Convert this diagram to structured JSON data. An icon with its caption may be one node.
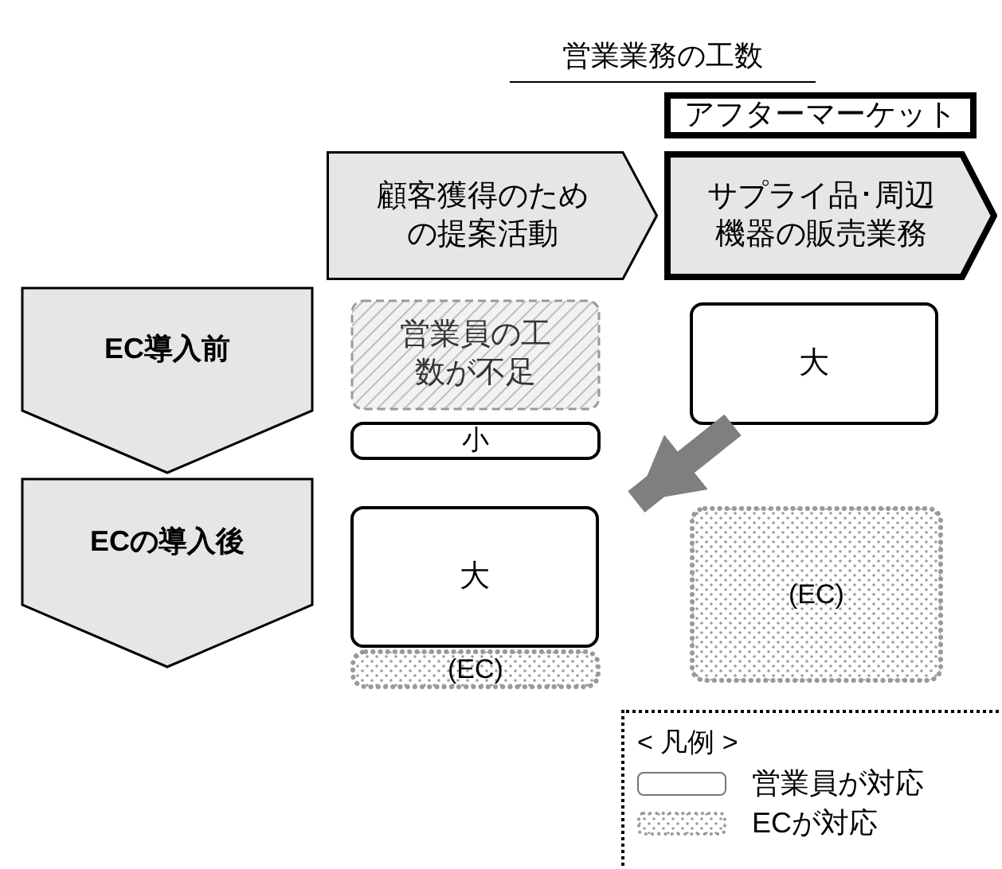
{
  "diagram": {
    "title": "営業業務の工数",
    "nodes": [
      {
        "text": [
          "アフターマーケット"
        ]
      },
      {
        "text": [
          "顧客獲得のための提案活動"
        ]
      },
      {
        "text": [
          "サプライ品･周辺機器の販売業務"
        ]
      },
      {
        "text": [
          "EC導入前"
        ]
      },
      {
        "text": [
          "ECの導入後"
        ]
      },
      {
        "text": [
          "営業員の工数が不足"
        ]
      },
      {
        "text": [
          "小"
        ]
      },
      {
        "text": [
          "大"
        ]
      },
      {
        "text": [
          "大"
        ]
      },
      {
        "text": [
          "(EC)"
        ]
      },
      {
        "text": [
          "(EC)"
        ]
      }
    ],
    "edges": [
      {
        "from": 7,
        "to": 8,
        "arrow": "to",
        "color": "#7f7f7f"
      }
    ],
    "labels": [
      "< 凡例 >"
    ],
    "legend": [
      {
        "text": "営業員が対応"
      },
      {
        "text": "ECが対応"
      }
    ]
  }
}
